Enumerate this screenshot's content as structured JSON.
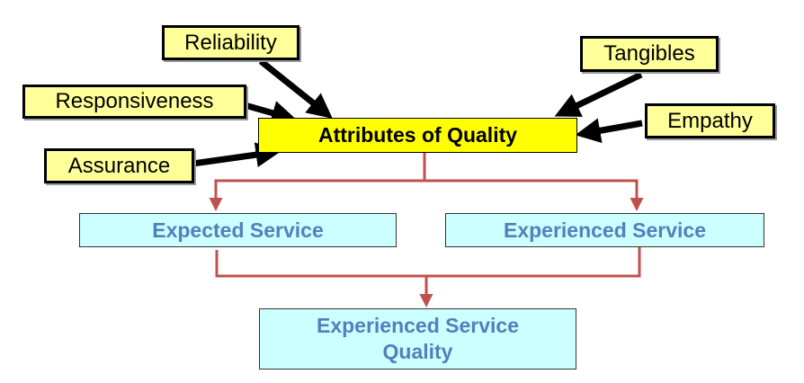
{
  "attributes": {
    "reliability": "Reliability",
    "responsiveness": "Responsiveness",
    "assurance": "Assurance",
    "tangibles": "Tangibles",
    "empathy": "Empathy"
  },
  "center": "Attributes of Quality",
  "expected": "Expected Service",
  "experienced": "Experienced Service",
  "result_line1": "Experienced Service",
  "result_line2": "Quality",
  "colors": {
    "attribute_fill": "#ffff99",
    "center_fill": "#ffff00",
    "service_fill": "#ccffff",
    "service_text": "#4f81bd",
    "connector": "#c0504d"
  }
}
